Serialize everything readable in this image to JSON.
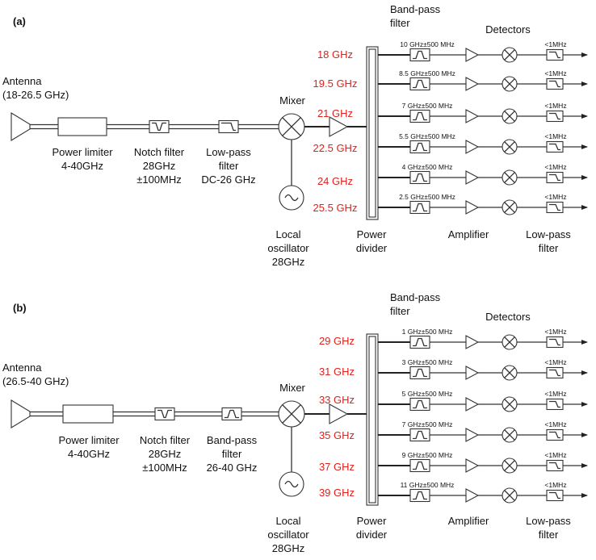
{
  "colors": {
    "frequency": "#e0201c",
    "line": "#333333"
  },
  "panels": [
    {
      "tag": "(a)",
      "antenna": [
        "Antenna",
        "(18-26.5 GHz)"
      ],
      "limiter": [
        "Power limiter",
        "4-40GHz"
      ],
      "notch": [
        "Notch filter",
        "28GHz",
        "±100MHz"
      ],
      "filter2": [
        "Low-pass",
        "filter",
        "DC-26 GHz"
      ],
      "mixer": "Mixer",
      "lo": [
        "Local",
        "oscillator",
        "28GHz"
      ],
      "divider": [
        "Power",
        "divider"
      ],
      "bpf_header": [
        "Band-pass",
        "filter"
      ],
      "detectors": "Detectors",
      "amplifier": "Amplifier",
      "lpf_footer": [
        "Low-pass",
        "filter"
      ],
      "channels": [
        {
          "freq": "18 GHz",
          "bpf": "10 GHz±500 MHz",
          "lpf": "<1MHz"
        },
        {
          "freq": "19.5 GHz",
          "bpf": "8.5 GHz±500 MHz",
          "lpf": "<1MHz"
        },
        {
          "freq": "21 GHz",
          "bpf": "7 GHz±500 MHz",
          "lpf": "<1MHz"
        },
        {
          "freq": "22.5 GHz",
          "bpf": "5.5 GHz±500 MHz",
          "lpf": "<1MHz"
        },
        {
          "freq": "24 GHz",
          "bpf": "4 GHz±500 MHz",
          "lpf": "<1MHz"
        },
        {
          "freq": "25.5 GHz",
          "bpf": "2.5 GHz±500 MHz",
          "lpf": "<1MHz"
        }
      ]
    },
    {
      "tag": "(b)",
      "antenna": [
        "Antenna",
        "(26.5-40 GHz)"
      ],
      "limiter": [
        "Power limiter",
        "4-40GHz"
      ],
      "notch": [
        "Notch filter",
        "28GHz",
        "±100MHz"
      ],
      "filter2": [
        "Band-pass",
        "filter",
        "26-40 GHz"
      ],
      "mixer": "Mixer",
      "lo": [
        "Local",
        "oscillator",
        "28GHz"
      ],
      "divider": [
        "Power",
        "divider"
      ],
      "bpf_header": [
        "Band-pass",
        "filter"
      ],
      "detectors": "Detectors",
      "amplifier": "Amplifier",
      "lpf_footer": [
        "Low-pass",
        "filter"
      ],
      "channels": [
        {
          "freq": "29 GHz",
          "bpf": "1 GHz±500 MHz",
          "lpf": "<1MHz"
        },
        {
          "freq": "31 GHz",
          "bpf": "3 GHz±500 MHz",
          "lpf": "<1MHz"
        },
        {
          "freq": "33 GHz",
          "bpf": "5 GHz±500 MHz",
          "lpf": "<1MHz"
        },
        {
          "freq": "35 GHz",
          "bpf": "7 GHz±500 MHz",
          "lpf": "<1MHz"
        },
        {
          "freq": "37 GHz",
          "bpf": "9 GHz±500 MHz",
          "lpf": "<1MHz"
        },
        {
          "freq": "39 GHz",
          "bpf": "11 GHz±500 MHz",
          "lpf": "<1MHz"
        }
      ]
    }
  ]
}
